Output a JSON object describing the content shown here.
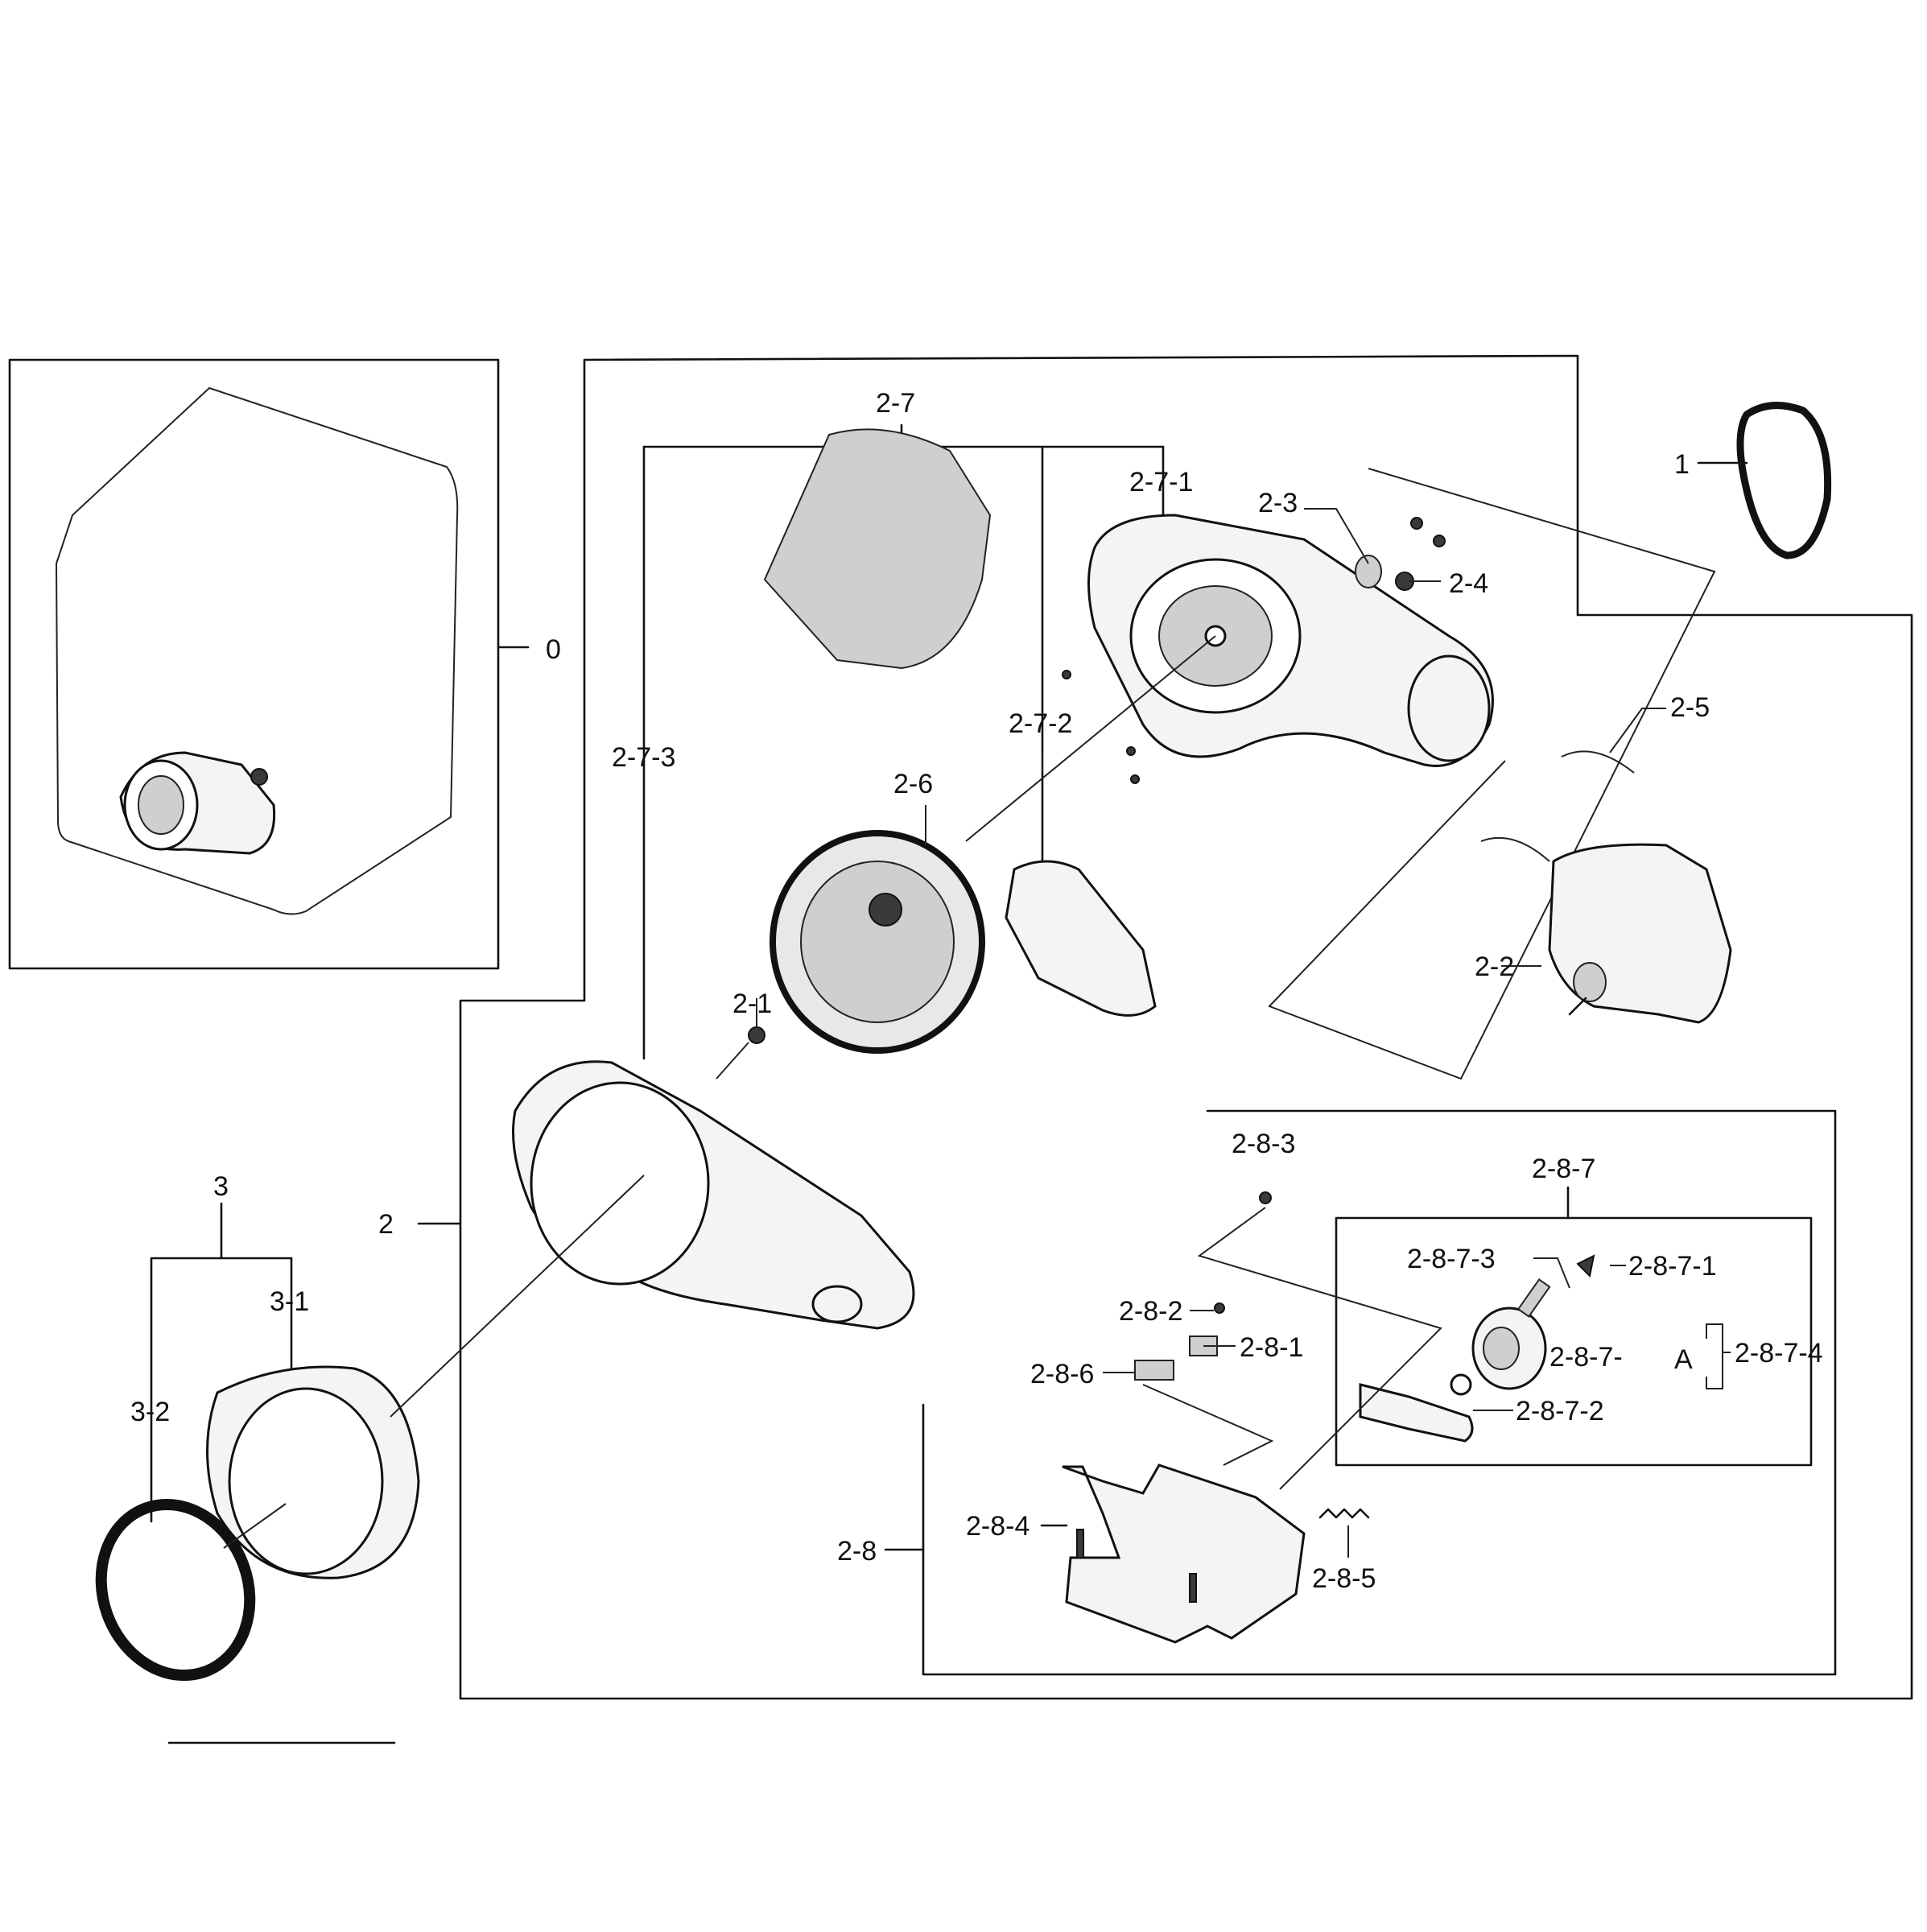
{
  "labels": {
    "p0": "0",
    "p1": "1",
    "p2": "2",
    "p2_1": "2-1",
    "p2_2": "2-2",
    "p2_3": "2-3",
    "p2_4": "2-4",
    "p2_5": "2-5",
    "p2_6": "2-6",
    "p2_7": "2-7",
    "p2_7_1": "2-7-1",
    "p2_7_2": "2-7-2",
    "p2_7_3": "2-7-3",
    "p2_8": "2-8",
    "p2_8_1": "2-8-1",
    "p2_8_2": "2-8-2",
    "p2_8_3": "2-8-3",
    "p2_8_4": "2-8-4",
    "p2_8_5": "2-8-5",
    "p2_8_6": "2-8-6",
    "p2_8_7": "2-8-7",
    "p2_8_7_1": "2-8-7-1",
    "p2_8_7_2": "2-8-7-2",
    "p2_8_7_3": "2-8-7-3",
    "p2_8_7_4": "2-8-7-4",
    "p2_8_7_A": "2-8-7-",
    "p2_8_7_A_letter": "A",
    "p3": "3",
    "p3_1": "3-1",
    "p3_2": "3-2"
  }
}
